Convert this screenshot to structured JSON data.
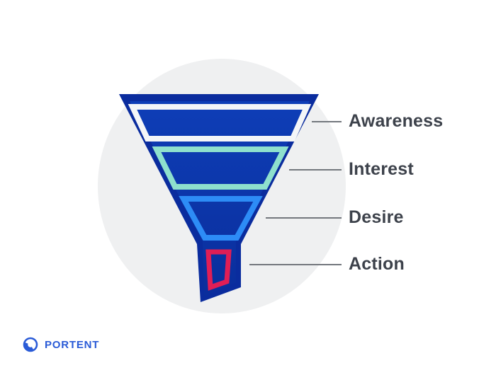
{
  "diagram": {
    "title_semantic": "marketing-funnel-aida",
    "stages": [
      {
        "label": "Awareness",
        "band_color": "#F4F6F8"
      },
      {
        "label": "Interest",
        "band_color": "#8EE0CD"
      },
      {
        "label": "Desire",
        "band_color": "#2D8CF6"
      },
      {
        "label": "Action",
        "band_color": "#E01E56"
      }
    ]
  },
  "branding": {
    "logo_text": "PORTENT",
    "logo_color": "#2A5BD7"
  },
  "colors": {
    "page_background": "#FFFFFF",
    "circle_background": "#EFF0F1",
    "funnel_border": "#0A2C9E",
    "funnel_fill_top": "#0E3EB7",
    "funnel_fill_bottom": "#0A2E9C",
    "connector_line": "#73777D",
    "label_text": "#3D424B"
  }
}
